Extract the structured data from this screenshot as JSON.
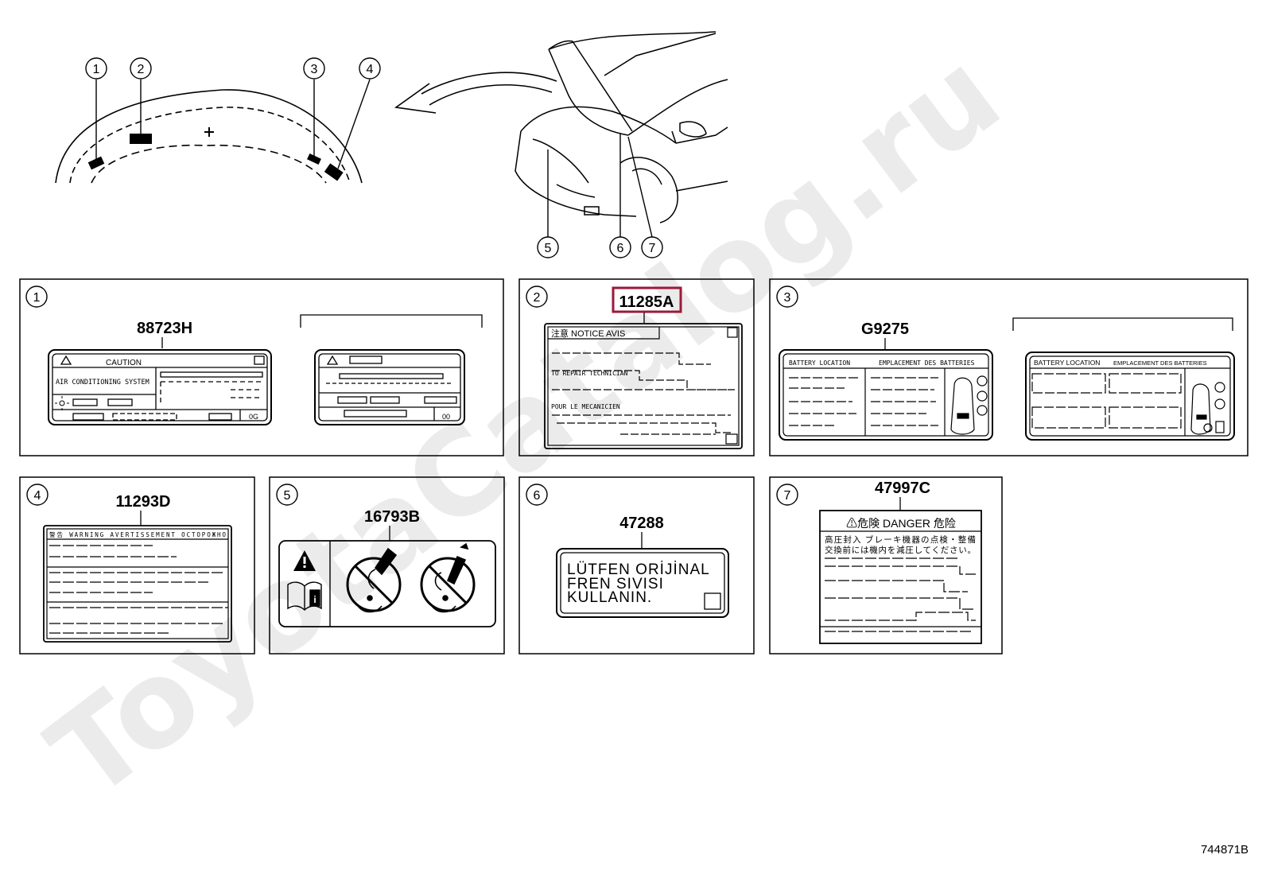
{
  "watermark": "ToyotaCatalog.ru",
  "diagram_id": "744871B",
  "colors": {
    "highlight": "#9a1a3a",
    "line": "#000000",
    "watermark": "#e9e9e9"
  },
  "callouts": [
    "1",
    "2",
    "3",
    "4",
    "5",
    "6",
    "7"
  ],
  "panels": {
    "p1": {
      "index": "1",
      "part_number": "88723H",
      "label_title": "CAUTION",
      "label_line": "AIR CONDITIONING SYSTEM",
      "code_left": "0G",
      "code_right": "00"
    },
    "p2": {
      "index": "2",
      "part_number": "11285A",
      "header": "注意 NOTICE AVIS",
      "line_repair": "TO REPAIR TECHNICIAN",
      "line_fr": "POUR LE MECANICIEN"
    },
    "p3": {
      "index": "3",
      "part_number": "G9275",
      "left_title_a": "BATTERY LOCATION",
      "left_title_b": "EMPLACEMENT DES BATTERIES",
      "right_title_a": "BATTERY LOCATION",
      "right_title_b": "EMPLACEMENT DES BATTERIES"
    },
    "p4": {
      "index": "4",
      "part_number": "11293D",
      "header": "警告 WARNING AVERTISSEMENT OCTOPOЖHO"
    },
    "p5": {
      "index": "5",
      "part_number": "16793B"
    },
    "p6": {
      "index": "6",
      "part_number": "47288",
      "line1": "LÜTFEN ORİJİNAL",
      "line2": "FREN SIVISI",
      "line3": "KULLANIN."
    },
    "p7": {
      "index": "7",
      "part_number": "47997C",
      "header": "⚠危険 DANGER 危险",
      "jp1": "高圧封入 ブレーキ機器の点検・整備",
      "jp2": "交換前には機内を減圧してください。"
    }
  }
}
